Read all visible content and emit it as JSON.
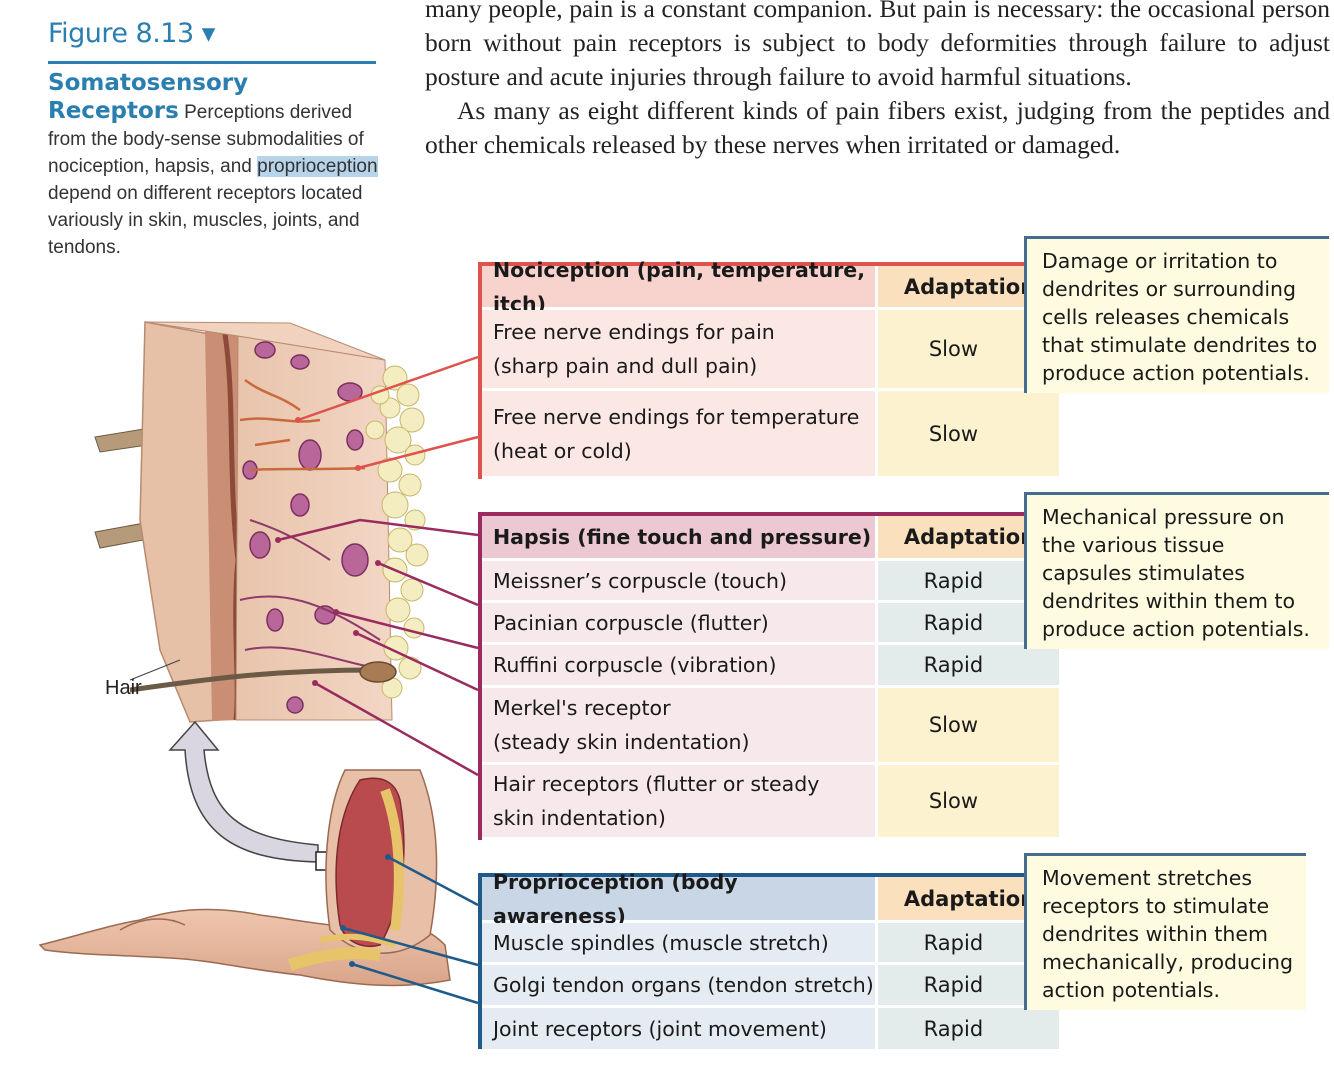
{
  "figure": {
    "label": "Figure 8.13 ▾",
    "title": "Somatosensory Receptors",
    "caption_before": " Perceptions derived from the body-sense submodalities of nociception, hapsis, and ",
    "caption_highlight": "proprioception",
    "caption_after": " depend on different receptors located variously in skin, muscles, joints, and tendons."
  },
  "body_text": {
    "p1": "many people, pain is a constant companion. But pain is necessary: the occasional person born without pain receptors is subject to body deformities through failure to adjust posture and acute injuries through failure to avoid harmful situations.",
    "p2": "As many as eight different kinds of pain fibers exist, judging from the peptides and other chemicals released by these nerves when irritated or damaged."
  },
  "illustration": {
    "hair_label": "Hair"
  },
  "tables": {
    "nociception": {
      "header": "Nociception (pain, temperature, itch)",
      "adaptation_header": "Adaptation",
      "rows": [
        {
          "line1": "Free nerve endings for pain",
          "line2": "(sharp pain and dull pain)",
          "adaptation": "Slow"
        },
        {
          "line1": "Free nerve endings for temperature",
          "line2": "(heat or cold)",
          "adaptation": "Slow"
        }
      ],
      "info": "Damage or irritation to dendrites or surrounding cells releases chemicals that stimulate dendrites to produce action potentials."
    },
    "hapsis": {
      "header": "Hapsis (fine touch and pressure)",
      "adaptation_header": "Adaptation",
      "rows": [
        {
          "line1": "Meissner’s corpuscle (touch)",
          "line2": "",
          "adaptation": "Rapid"
        },
        {
          "line1": "Pacinian corpuscle (flutter)",
          "line2": "",
          "adaptation": "Rapid"
        },
        {
          "line1": "Ruffini corpuscle (vibration)",
          "line2": "",
          "adaptation": "Rapid"
        },
        {
          "line1": "Merkel's receptor",
          "line2": "(steady skin indentation)",
          "adaptation": "Slow"
        },
        {
          "line1": "Hair receptors (flutter or steady",
          "line2": "skin indentation)",
          "adaptation": "Slow"
        }
      ],
      "info": "Mechanical pressure on the various tissue capsules stimulates dendrites within them to produce action potentials."
    },
    "proprioception": {
      "header": "Proprioception (body awareness)",
      "adaptation_header": "Adaptation",
      "rows": [
        {
          "line1": "Muscle spindles (muscle stretch)",
          "adaptation": "Rapid"
        },
        {
          "line1": "Golgi tendon organs (tendon stretch)",
          "adaptation": "Rapid"
        },
        {
          "line1": "Joint receptors (joint movement)",
          "adaptation": "Rapid"
        }
      ],
      "info": "Movement stretches receptors to stimulate dendrites within them mechanically, producing action potentials."
    }
  }
}
